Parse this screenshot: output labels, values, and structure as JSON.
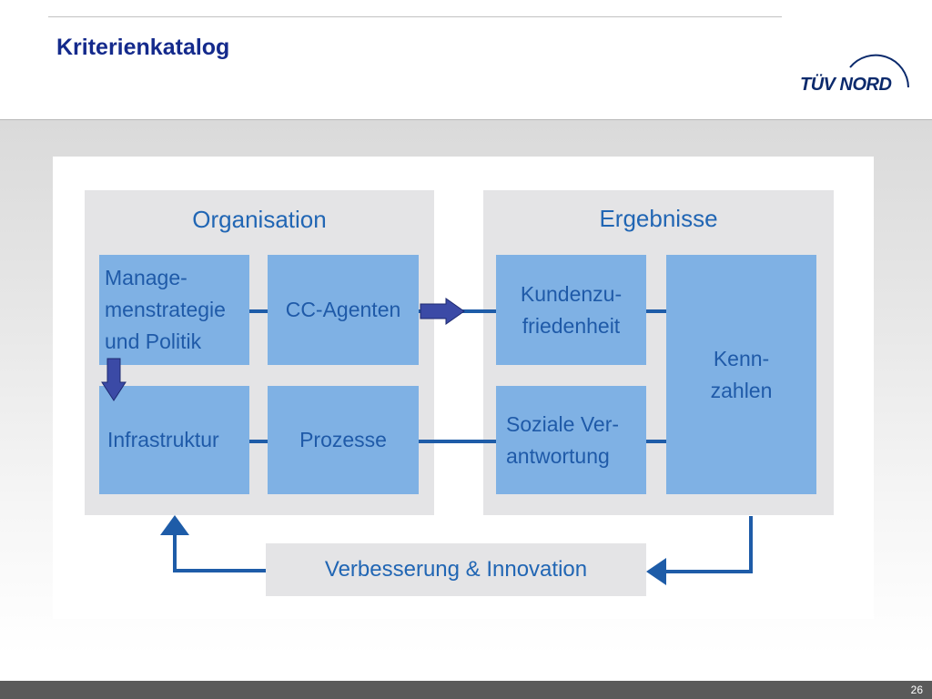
{
  "slide": {
    "title": "Kriterienkatalog",
    "page_number": "26",
    "logo_text": "TÜV NORD"
  },
  "diagram": {
    "organisation": {
      "title": "Organisation",
      "boxes": {
        "management": "Manage-\nmenstrategie\nund Politik",
        "cc_agenten": "CC-Agenten",
        "infrastruktur": "Infrastruktur",
        "prozesse": "Prozesse"
      }
    },
    "ergebnisse": {
      "title": "Ergebnisse",
      "boxes": {
        "kundenzufriedenheit": "Kundenzu-\nfriedenheit",
        "soziale_verantwortung": "Soziale Ver-\nantwortung",
        "kennzahlen": "Kenn-\nzahlen"
      }
    },
    "feedback_loop": "Verbesserung & Innovation"
  },
  "colors": {
    "title_text": "#142a8c",
    "box_fill": "#7fb1e4",
    "group_fill": "#e4e4e6",
    "connector": "#1e5ca8",
    "block_arrow": "#3b4aa6"
  }
}
